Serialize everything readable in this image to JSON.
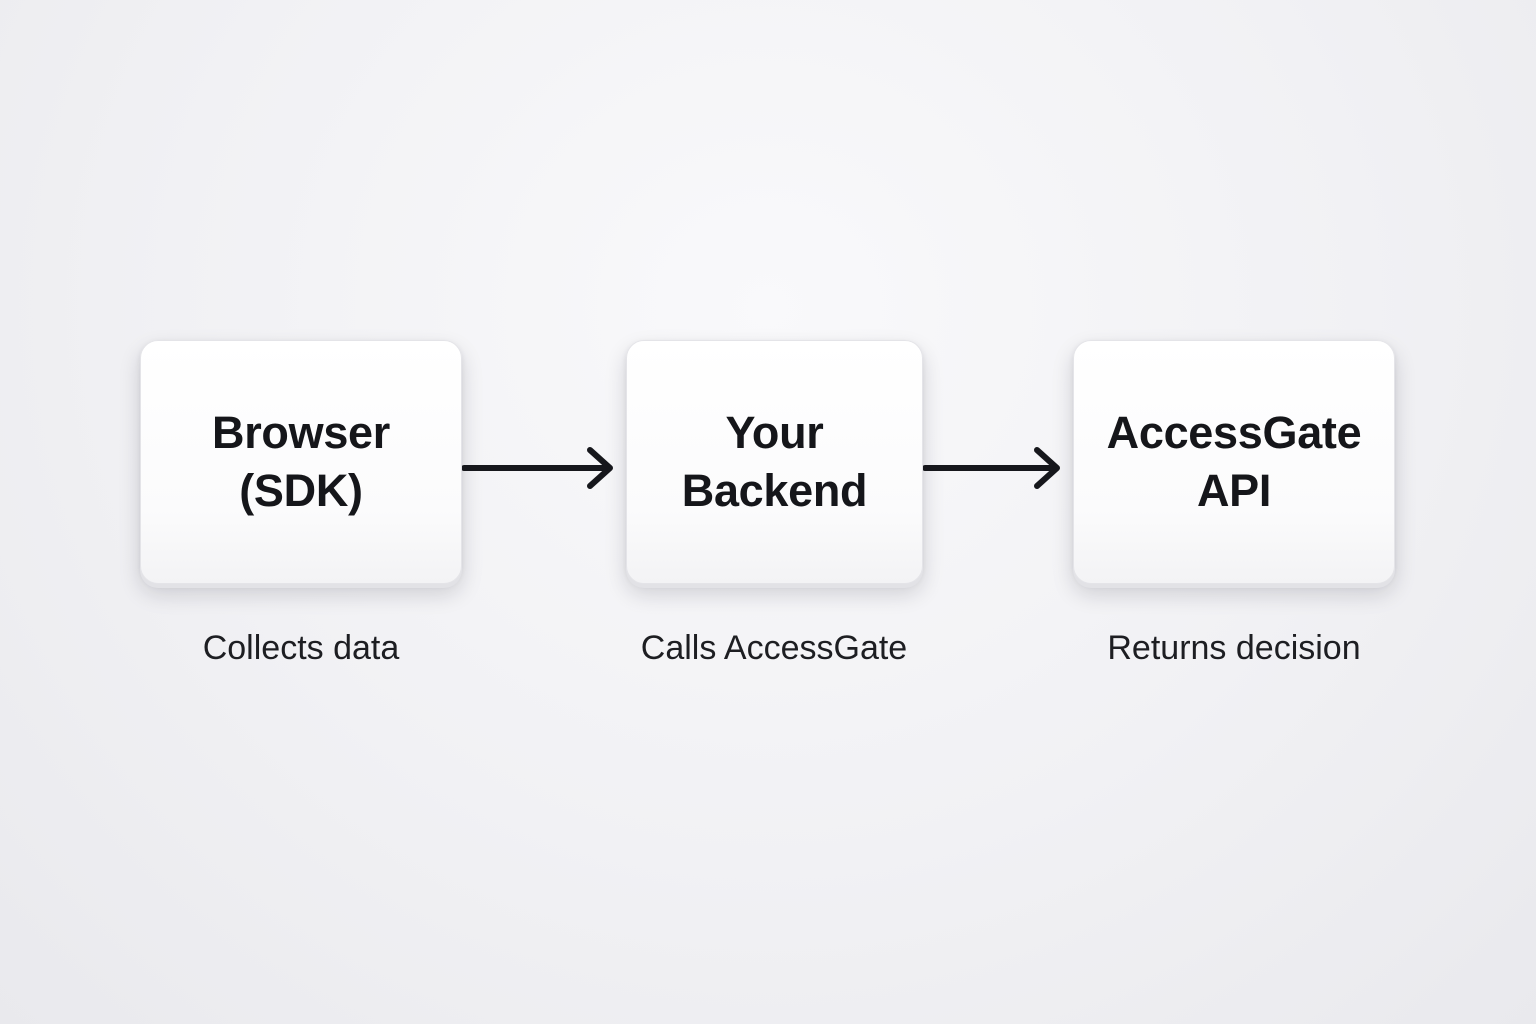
{
  "diagram": {
    "nodes": [
      {
        "id": "browser",
        "lines": [
          "Browser",
          "(SDK)"
        ],
        "caption": "Collects data"
      },
      {
        "id": "backend",
        "lines": [
          "Your",
          "Backend"
        ],
        "caption": "Calls AccessGate"
      },
      {
        "id": "api",
        "lines": [
          "AccessGate",
          "API"
        ],
        "caption": "Returns decision"
      }
    ],
    "edges": [
      {
        "from": "browser",
        "to": "backend"
      },
      {
        "from": "backend",
        "to": "api"
      }
    ],
    "colors": {
      "node_fill": "#ffffff",
      "text": "#15161a",
      "arrow": "#16171c",
      "background": "#f1f1f4"
    }
  }
}
